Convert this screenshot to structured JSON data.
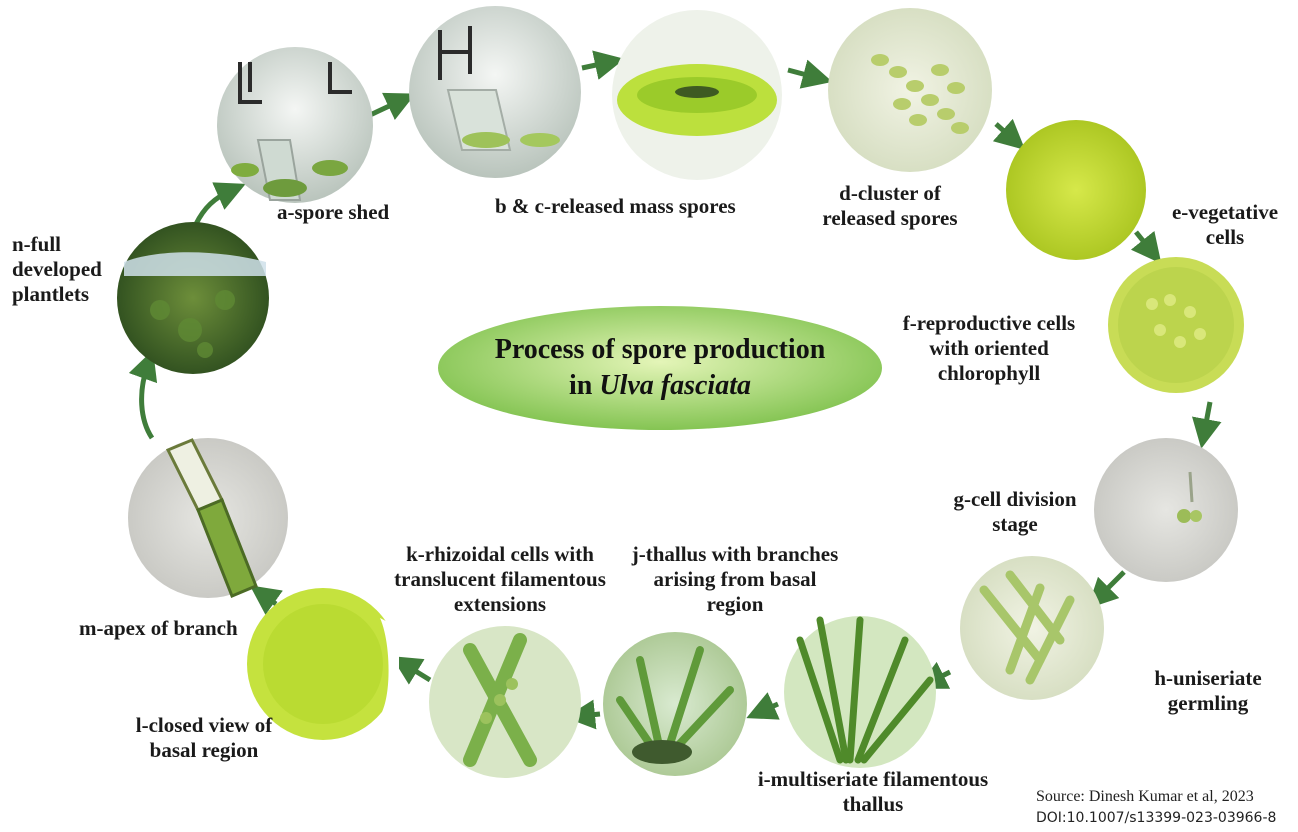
{
  "center": {
    "line1": "Process of spore production",
    "line2_prefix": "in ",
    "line2_species": "Ulva fasciata"
  },
  "stages": {
    "a": "a-spore shed",
    "bc": "b & c-released mass spores",
    "d": "d-cluster of\nreleased spores",
    "e": "e-vegetative\ncells",
    "f": "f-reproductive cells\nwith oriented\nchlorophyll",
    "g": "g-cell division\nstage",
    "h": "h-uniseriate\ngermling",
    "i": "i-multiseriate filamentous\nthallus",
    "j": "j-thallus with branches\narising from basal\nregion",
    "k": "k-rhizoidal cells with\ntranslucent filamentous\nextensions",
    "l": "l-closed view of\nbasal region",
    "m": "m-apex of branch",
    "n": "n-full\ndeveloped\nplantlets"
  },
  "source": {
    "citation": "Source: Dinesh Kumar et al, 2023",
    "doi": "DOI:10.1007/s13399-023-03966-8"
  },
  "colors": {
    "arrow": "#3f7d3a",
    "ellipse_light": "#e4f5b8",
    "ellipse_dark": "#7cc04a"
  }
}
